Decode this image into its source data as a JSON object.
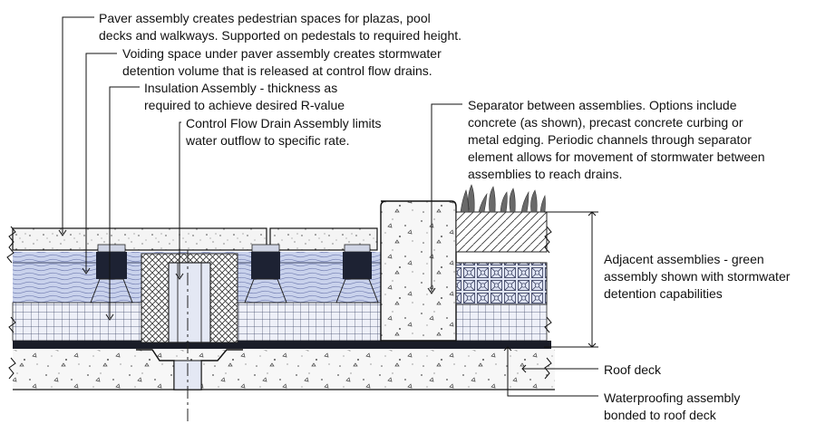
{
  "callouts": {
    "paver_assembly": "Paver assembly creates pedestrian spaces for plazas, pool\ndecks and walkways.  Supported on pedestals to required height.",
    "voiding_space": "Voiding space under paver assembly creates stormwater\ndetention volume that is released at control flow drains.",
    "insulation_assembly": "Insulation Assembly - thickness as\nrequired to achieve desired R-value",
    "control_flow_drain": "Control Flow Drain Assembly limits\nwater outflow to specific rate.",
    "separator": "Separator between assemblies.  Options include\nconcrete (as shown), precast concrete curbing or\nmetal edging.  Periodic channels through separator\nelement allows for movement of stormwater between\nassemblies to reach drains.",
    "adjacent_assemblies": "Adjacent assemblies - green\nassembly shown with stormwater\ndetention capabilities",
    "roof_deck": "Roof deck",
    "waterproofing": "Waterproofing assembly\nbonded to roof deck"
  },
  "colors": {
    "water": "#c9d2ec",
    "water_deep": "#b9c3e6",
    "insulation": "#eef0f8",
    "concrete": "#f7f7f7",
    "ink": "#111111",
    "pedestal": "#1d2233",
    "plant": "#5c5c5c"
  }
}
